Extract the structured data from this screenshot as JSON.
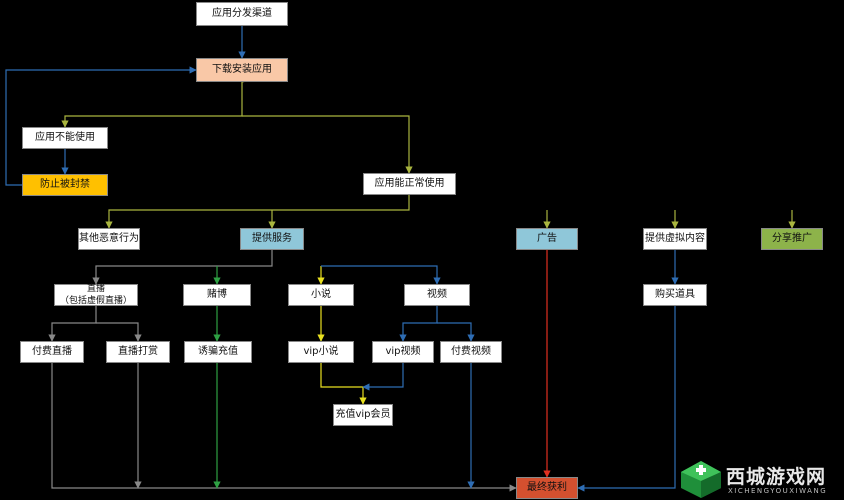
{
  "colors": {
    "background": "#000000",
    "white_node": "#ffffff",
    "orange_node": "#f9c8a7",
    "yellow_node": "#ffc000",
    "blue_node": "#8fc7d9",
    "green_node": "#8db34a",
    "red_node": "#d4502f",
    "line_blue": "#2e6db4",
    "line_olive": "#a9b53f",
    "line_gray": "#888888",
    "line_green": "#2ea043",
    "line_yellow": "#e8e020",
    "line_red": "#e03020"
  },
  "nodes": [
    {
      "id": "source",
      "label": "应用分发渠道",
      "fill": "white_node"
    },
    {
      "id": "install",
      "label": "下载安装应用",
      "fill": "orange_node"
    },
    {
      "id": "unusable",
      "label": "应用不能使用",
      "fill": "white_node"
    },
    {
      "id": "ban",
      "label": "防止被封禁",
      "fill": "yellow_node"
    },
    {
      "id": "usable",
      "label": "应用能正常使用",
      "fill": "white_node"
    },
    {
      "id": "malicious",
      "label": "其他恶意行为",
      "fill": "white_node"
    },
    {
      "id": "service",
      "label": "提供服务",
      "fill": "blue_node"
    },
    {
      "id": "ads",
      "label": "广告",
      "fill": "blue_node"
    },
    {
      "id": "virtual",
      "label": "提供虚拟内容",
      "fill": "white_node"
    },
    {
      "id": "share",
      "label": "分享推广",
      "fill": "green_node"
    },
    {
      "id": "live",
      "label": "直播\n（包括虚假直播）",
      "fill": "white_node"
    },
    {
      "id": "gamble",
      "label": "赌博",
      "fill": "white_node"
    },
    {
      "id": "novel",
      "label": "小说",
      "fill": "white_node"
    },
    {
      "id": "video",
      "label": "视频",
      "fill": "white_node"
    },
    {
      "id": "buy",
      "label": "购买道具",
      "fill": "white_node"
    },
    {
      "id": "paidlive",
      "label": "付费直播",
      "fill": "white_node"
    },
    {
      "id": "tip",
      "label": "直播打赏",
      "fill": "white_node"
    },
    {
      "id": "fraud",
      "label": "诱骗充值",
      "fill": "white_node"
    },
    {
      "id": "vipnovel",
      "label": "vip小说",
      "fill": "white_node"
    },
    {
      "id": "vipvideo",
      "label": "vip视频",
      "fill": "white_node"
    },
    {
      "id": "paidvideo",
      "label": "付费视频",
      "fill": "white_node"
    },
    {
      "id": "vipmember",
      "label": "充值vip会员",
      "fill": "white_node"
    },
    {
      "id": "profit",
      "label": "最终获利",
      "fill": "red_node"
    }
  ],
  "edges": [
    {
      "from": "source",
      "to": "install",
      "color": "line_blue"
    },
    {
      "from": "install",
      "to": "unusable",
      "color": "line_olive"
    },
    {
      "from": "install",
      "to": "usable",
      "color": "line_olive"
    },
    {
      "from": "unusable",
      "to": "ban",
      "color": "line_blue"
    },
    {
      "from": "ban",
      "to": "install",
      "color": "line_blue"
    },
    {
      "from": "usable",
      "to": "malicious",
      "color": "line_olive"
    },
    {
      "from": "usable",
      "to": "service",
      "color": "line_olive"
    },
    {
      "from": "usable",
      "to": "ads",
      "color": "line_olive"
    },
    {
      "from": "usable",
      "to": "virtual",
      "color": "line_olive"
    },
    {
      "from": "usable",
      "to": "share",
      "color": "line_olive"
    },
    {
      "from": "service",
      "to": "live",
      "color": "line_gray"
    },
    {
      "from": "service",
      "to": "gamble",
      "color": "line_green"
    },
    {
      "from": "service",
      "to": "novel",
      "color": "line_yellow"
    },
    {
      "from": "service",
      "to": "video",
      "color": "line_blue"
    },
    {
      "from": "live",
      "to": "paidlive",
      "color": "line_gray"
    },
    {
      "from": "live",
      "to": "tip",
      "color": "line_gray"
    },
    {
      "from": "gamble",
      "to": "fraud",
      "color": "line_green"
    },
    {
      "from": "novel",
      "to": "vipnovel",
      "color": "line_yellow"
    },
    {
      "from": "video",
      "to": "vipvideo",
      "color": "line_blue"
    },
    {
      "from": "video",
      "to": "paidvideo",
      "color": "line_blue"
    },
    {
      "from": "vipnovel",
      "to": "vipmember",
      "color": "line_yellow"
    },
    {
      "from": "vipvideo",
      "to": "vipmember",
      "color": "line_blue"
    },
    {
      "from": "virtual",
      "to": "buy",
      "color": "line_blue"
    },
    {
      "from": "paidlive",
      "to": "profit",
      "color": "line_gray"
    },
    {
      "from": "tip",
      "to": "profit",
      "color": "line_gray"
    },
    {
      "from": "fraud",
      "to": "profit",
      "color": "line_green"
    },
    {
      "from": "paidvideo",
      "to": "profit",
      "color": "line_blue"
    },
    {
      "from": "ads",
      "to": "profit",
      "color": "line_red"
    },
    {
      "from": "buy",
      "to": "profit",
      "color": "line_blue"
    }
  ],
  "watermark": {
    "title": "西城游戏网",
    "subtitle": "XICHENGYOUXIWANG",
    "logo_icon": "gamepad-box-icon"
  }
}
